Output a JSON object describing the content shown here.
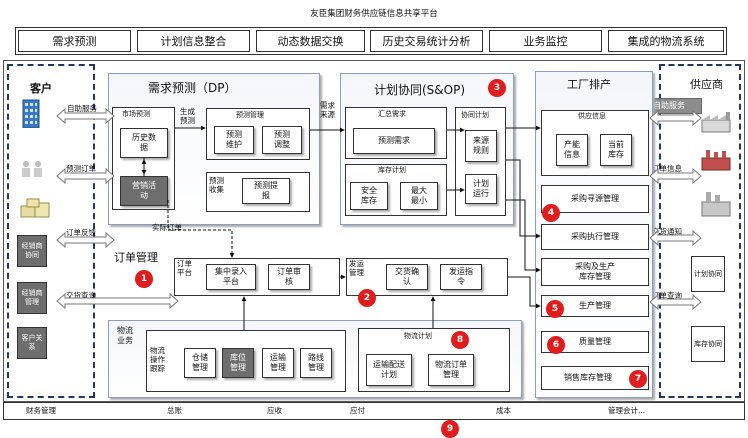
{
  "header": {
    "title": "友臣集团财务供应链信息共享平台"
  },
  "top_modules": [
    "需求预测",
    "计划信息整合",
    "动态数据交换",
    "历史交易统计分析",
    "业务监控",
    "集成的物流系统"
  ],
  "customer": {
    "title": "客户",
    "arrows": [
      "自助服务",
      "预测订单",
      "订单反馈",
      "交货查询"
    ],
    "boxes": [
      "经销商协同",
      "经销商管理",
      "客户关系"
    ]
  },
  "dp": {
    "title": "需求预测（DP）",
    "market_title": "市场预测",
    "history": "历史数据",
    "marketing": "营销活动",
    "gen_forecast": "生成预测",
    "forecast_mgmt": "预测管理",
    "forecast_maintain": "预测维护",
    "forecast_adjust": "预测调整",
    "forecast_collect": "预测收集",
    "forecast_submit": "预测提报"
  },
  "sop": {
    "title": "计划协同(S&OP)",
    "demand_source": "需求来源",
    "summary_title": "汇总需求",
    "forecast_demand": "预测需求",
    "inventory_title": "库存计划",
    "safety_stock": "安全库存",
    "min_max": "最大最小",
    "coordination_title": "协同计划",
    "source_rule": "来源规则",
    "plan_run": "计划运行"
  },
  "factory": {
    "title": "工厂排产",
    "supply_info": "供应信息",
    "capacity_info": "产能信息",
    "current_inventory": "当前库存",
    "sourcing_mgmt": "采购寻源管理",
    "purchase_exec": "采购执行管理",
    "purchase_production": "采购及生产库存管理",
    "production_mgmt": "生产管理",
    "quality_mgmt": "质量管理",
    "sales_inventory": "销售库存管理"
  },
  "supplier": {
    "title": "供应商",
    "self_service": "自助服务",
    "arrows": [
      "订单信息",
      "交货通知",
      "订单查询"
    ],
    "boxes": [
      "计划协同",
      "库存协同"
    ]
  },
  "order": {
    "title": "订单管理",
    "actual_order": "实际订单",
    "platform_label": "订单平台",
    "central_entry": "集中录入平台",
    "order_review": "订单审核",
    "shipping_label": "发运管理",
    "delivery_confirm": "交货确认",
    "shipping_instruction": "发运指令"
  },
  "logistics": {
    "title": "物流业务",
    "ops_label": "物流操作跟踪",
    "ops_items": [
      "仓储管理",
      "库位管理",
      "运输管理",
      "路线管理"
    ],
    "plan_title": "物流计划",
    "transport_plan": "运输配送计划",
    "logistics_order": "物流订单管理"
  },
  "finance": {
    "items": [
      "财务管理",
      "总账",
      "应收",
      "应付",
      "成本",
      "管理会计..."
    ]
  },
  "badges": [
    "1",
    "2",
    "3",
    "4",
    "5",
    "6",
    "7",
    "8",
    "9"
  ],
  "colors": {
    "badge": "#e01c1c",
    "frame": "#1f3864",
    "panel_border": "#8a9fc8"
  }
}
